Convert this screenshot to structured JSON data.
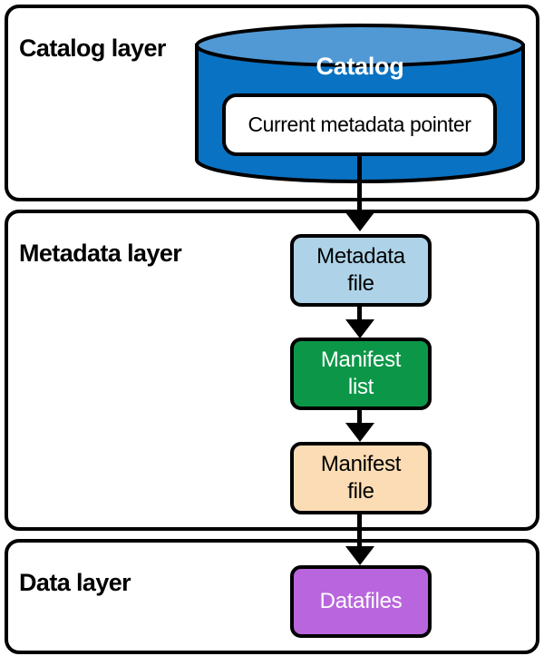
{
  "layers": {
    "catalog": {
      "label": "Catalog layer"
    },
    "metadata": {
      "label": "Metadata layer"
    },
    "data": {
      "label": "Data layer"
    }
  },
  "catalog": {
    "db_label": "Catalog",
    "pointer_label": "Current metadata pointer",
    "body_color": "#0a72c2",
    "top_color": "#5199d4",
    "pointer_fill": "#ffffff",
    "pointer_text_color": "#000000"
  },
  "nodes": {
    "metadata_file": {
      "label": "Metadata\nfile",
      "fill": "#aed3e8",
      "text": "#000000"
    },
    "manifest_list": {
      "label": "Manifest\nlist",
      "fill": "#0c9748",
      "text": "#ffffff"
    },
    "manifest_file": {
      "label": "Manifest\nfile",
      "fill": "#fbdcb4",
      "text": "#000000"
    },
    "datafiles": {
      "label": "Datafiles",
      "fill": "#b966de",
      "text": "#ffffff"
    }
  },
  "flow": [
    {
      "from": "Current metadata pointer",
      "to": "Metadata file"
    },
    {
      "from": "Metadata file",
      "to": "Manifest list"
    },
    {
      "from": "Manifest list",
      "to": "Manifest file"
    },
    {
      "from": "Manifest file",
      "to": "Datafiles"
    }
  ],
  "style": {
    "arrow_color": "#000000",
    "outline_color": "#000000",
    "layer_fill": "#ffffff"
  }
}
